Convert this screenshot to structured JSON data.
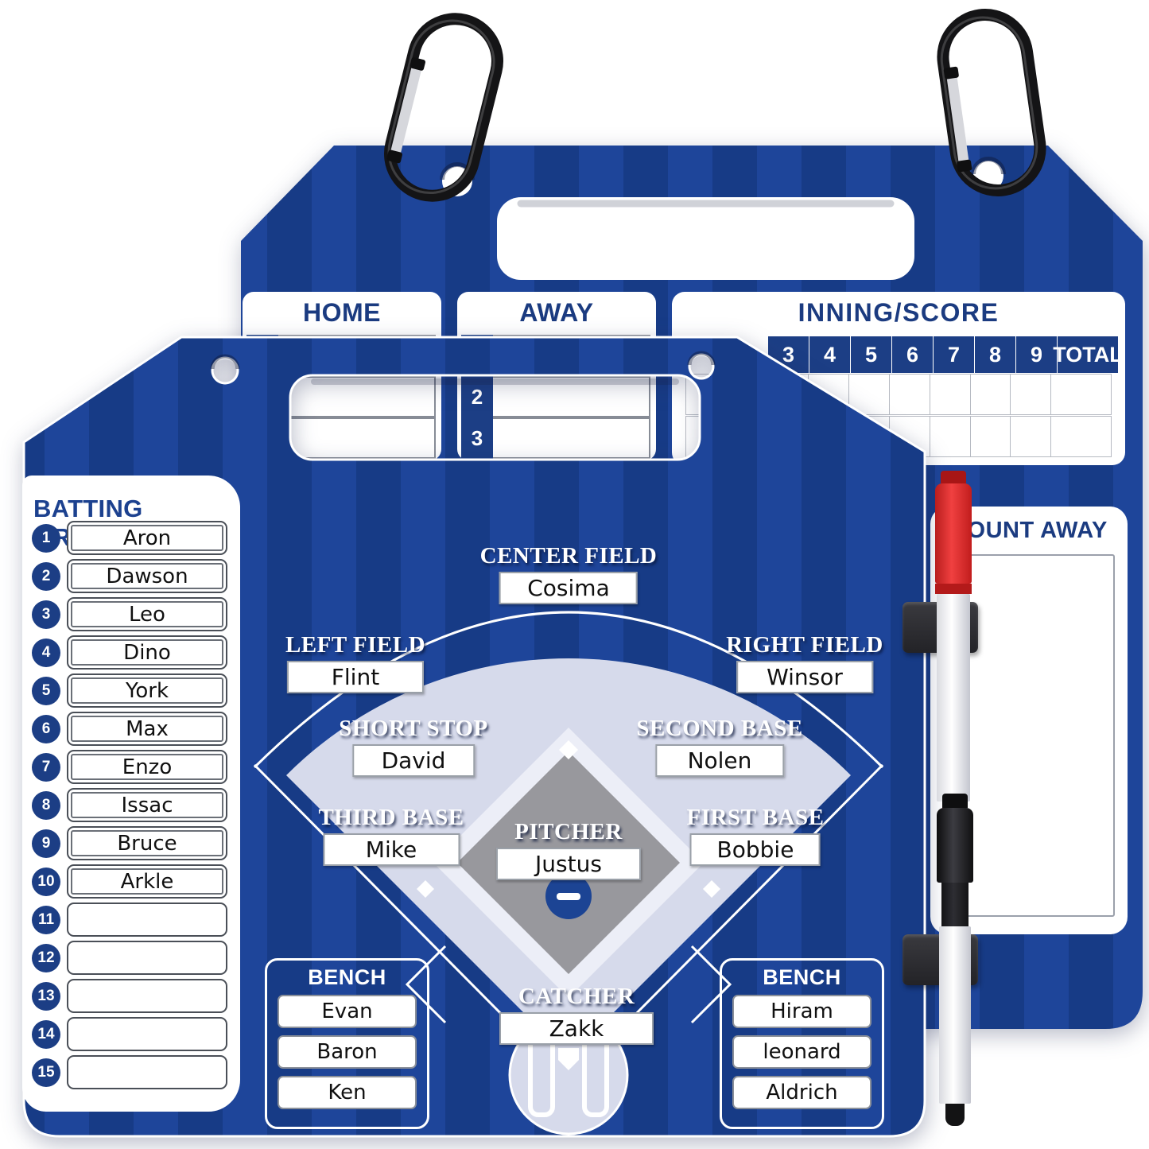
{
  "product": {
    "kind": "baseball-lineup-dry-erase-board"
  },
  "colors": {
    "board_blue_light": "#1e459a",
    "board_blue_dark": "#173b86",
    "navy_text": "#1b3b80",
    "cell_navy": "#1c3e85",
    "infield_lavender": "#d6daeb",
    "diamond_gray": "#98989d",
    "marker_red": "#d62525",
    "marker_black": "#1b1b1d"
  },
  "back_board": {
    "home_title": "HOME",
    "away_title": "AWAY",
    "away_visible_row_numbers": [
      "2",
      "3"
    ],
    "inning_title": "INNING/SCORE",
    "inning_visible_columns": [
      "3",
      "4",
      "5",
      "6",
      "7",
      "8",
      "9",
      "TOTAL"
    ],
    "inning_body_rows": "2",
    "count_panel_title": "COUNT AWAY"
  },
  "front_board": {
    "batting_order_title": "BATTING ORDER",
    "batting_slots": [
      {
        "num": "1",
        "name": "Aron"
      },
      {
        "num": "2",
        "name": "Dawson"
      },
      {
        "num": "3",
        "name": "Leo"
      },
      {
        "num": "4",
        "name": "Dino"
      },
      {
        "num": "5",
        "name": "York"
      },
      {
        "num": "6",
        "name": "Max"
      },
      {
        "num": "7",
        "name": "Enzo"
      },
      {
        "num": "8",
        "name": "Issac"
      },
      {
        "num": "9",
        "name": "Bruce"
      },
      {
        "num": "10",
        "name": "Arkle"
      },
      {
        "num": "11",
        "name": ""
      },
      {
        "num": "12",
        "name": ""
      },
      {
        "num": "13",
        "name": ""
      },
      {
        "num": "14",
        "name": ""
      },
      {
        "num": "15",
        "name": ""
      }
    ],
    "positions": [
      {
        "id": "center-field",
        "label": "CENTER FIELD",
        "player": "Cosima"
      },
      {
        "id": "left-field",
        "label": "LEFT FIELD",
        "player": "Flint"
      },
      {
        "id": "right-field",
        "label": "RIGHT FIELD",
        "player": "Winsor"
      },
      {
        "id": "short-stop",
        "label": "SHORT STOP",
        "player": "David"
      },
      {
        "id": "second-base",
        "label": "SECOND BASE",
        "player": "Nolen"
      },
      {
        "id": "third-base",
        "label": "THIRD BASE",
        "player": "Mike"
      },
      {
        "id": "pitcher",
        "label": "PITCHER",
        "player": "Justus"
      },
      {
        "id": "first-base",
        "label": "FIRST BASE",
        "player": "Bobbie"
      },
      {
        "id": "catcher",
        "label": "CATCHER",
        "player": "Zakk"
      }
    ],
    "benches": [
      {
        "title": "BENCH",
        "players": [
          "Evan",
          "Baron",
          "Ken"
        ]
      },
      {
        "title": "BENCH",
        "players": [
          "Hiram",
          "leonard",
          "Aldrich"
        ]
      }
    ]
  },
  "accessories": {
    "markers": [
      "red",
      "black"
    ],
    "carabiner_count": "2"
  }
}
